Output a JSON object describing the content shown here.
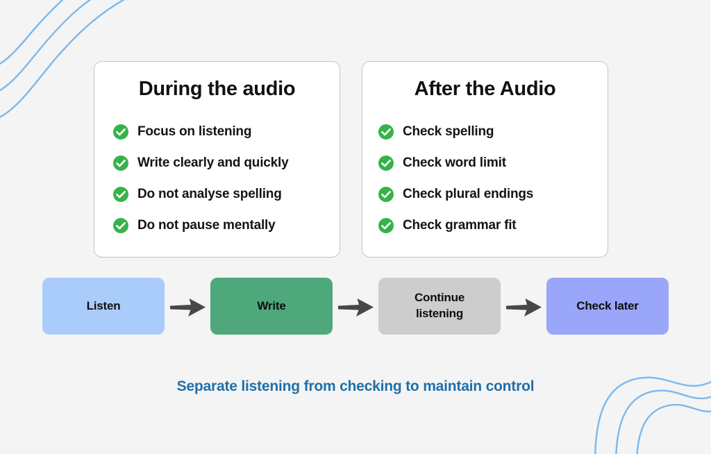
{
  "theme": {
    "background": "#f4f4f4",
    "card_background": "#ffffff",
    "card_border": "#b9c7da",
    "check_green": "#35b34a",
    "caption_blue": "#1f6fa8",
    "deco_blue": "#7ab8ee",
    "arrow_gray": "#474747"
  },
  "cards": [
    {
      "title": "During the audio",
      "items": [
        {
          "icon": "check-circle-icon",
          "label": "Focus on listening"
        },
        {
          "icon": "check-circle-icon",
          "label": "Write clearly and quickly"
        },
        {
          "icon": "check-circle-icon",
          "label": "Do not analyse spelling"
        },
        {
          "icon": "check-circle-icon",
          "label": "Do not pause mentally"
        }
      ]
    },
    {
      "title": "After the Audio",
      "items": [
        {
          "icon": "check-circle-icon",
          "label": "Check spelling"
        },
        {
          "icon": "check-circle-icon",
          "label": "Check word limit"
        },
        {
          "icon": "check-circle-icon",
          "label": "Check plural endings"
        },
        {
          "icon": "check-circle-icon",
          "label": "Check grammar fit"
        }
      ]
    }
  ],
  "flow": {
    "steps": [
      {
        "label": "Listen",
        "color": "#aaccfb"
      },
      {
        "label": "Write",
        "color": "#4fa87c"
      },
      {
        "label": "Continue\nlistening",
        "label_line1": "Continue",
        "label_line2": "listening",
        "color": "#cdcdcd"
      },
      {
        "label": "Check later",
        "color": "#9aa6fa"
      }
    ],
    "arrows": [
      {
        "icon": "arrow-right-icon"
      },
      {
        "icon": "arrow-right-icon"
      },
      {
        "icon": "arrow-right-icon"
      }
    ]
  },
  "caption": "Separate listening from checking to maintain control",
  "decorations": [
    {
      "name": "wave-lines-top-left"
    },
    {
      "name": "wave-lines-bottom-right"
    }
  ]
}
